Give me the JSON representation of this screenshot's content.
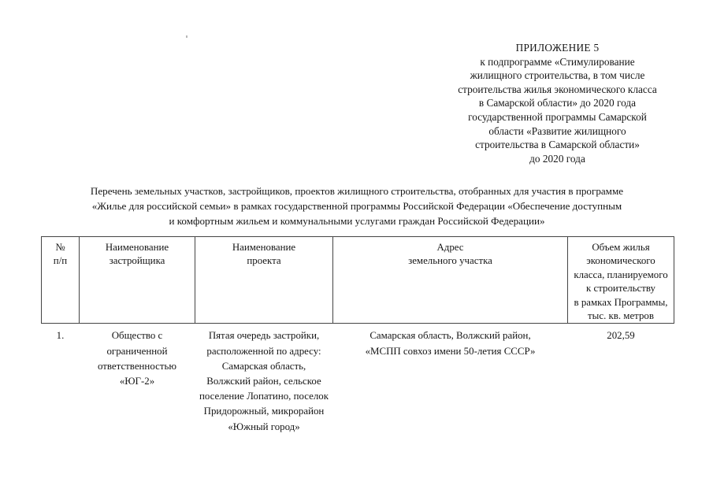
{
  "document": {
    "header": {
      "lines": [
        "ПРИЛОЖЕНИЕ 5",
        "к подпрограмме «Стимулирование",
        "жилищного строительства, в том числе",
        "строительства жилья экономического класса",
        "в Самарской области» до 2020 года",
        "государственной программы Самарской",
        "области «Развитие жилищного",
        "строительства в Самарской области»",
        "до 2020 года"
      ]
    },
    "intro": {
      "lines": [
        "Перечень земельных участков, застройщиков, проектов жилищного строительства, отобранных для участия в программе",
        "«Жилье для российской семьи» в рамках государственной программы Российской Федерации «Обеспечение доступным",
        "и комфортным жильем и коммунальными услугами граждан Российской Федерации»"
      ]
    },
    "table": {
      "headers": [
        "№\nп/п",
        "Наименование\nзастройщика",
        "Наименование\nпроекта",
        "Адрес\nземельного участка",
        "Объем жилья\nэкономического\nкласса, планируемого\nк строительству\nв рамках Программы,\nтыс. кв. метров"
      ],
      "rows": [
        {
          "num": "1.",
          "developer": "Общество с ограниченной ответственностью «ЮГ-2»",
          "project": "Пятая очередь застройки, расположенной по адресу: Самарская область, Волжский район, сельское поселение Лопатино, поселок Придорожный, микрорайон «Южный город»",
          "address_line_1": "Самарская область, Волжский район,",
          "address_line_2": "«МСПП совхоз имени 50-летия СССР»",
          "volume": "202,59"
        }
      ]
    }
  }
}
